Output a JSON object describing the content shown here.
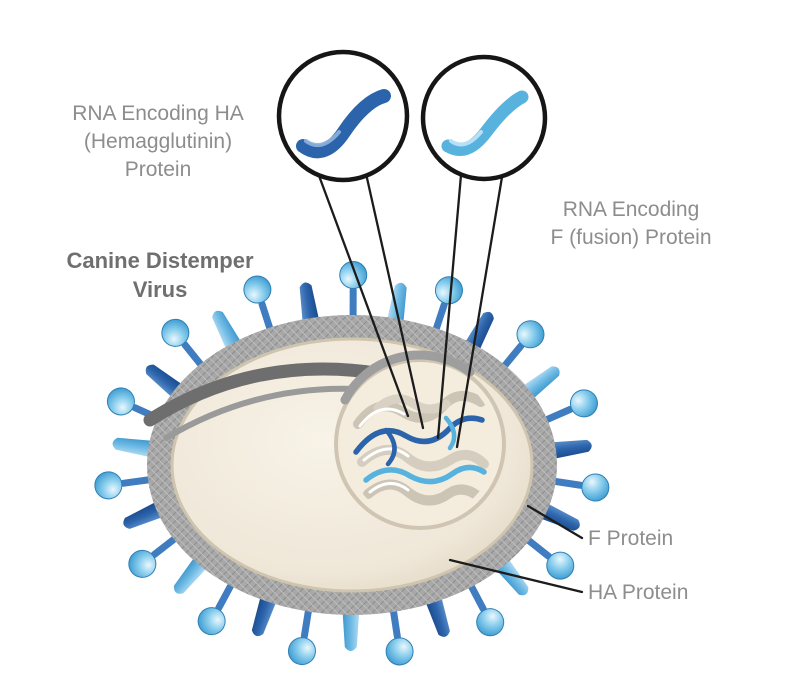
{
  "title": "Canine Distemper Virus diagram",
  "labels": {
    "rna_ha_line1": "RNA Encoding HA",
    "rna_ha_line2": "(Hemagglutinin)",
    "rna_ha_line3": "Protein",
    "virus_name_line1": "Canine Distemper",
    "virus_name_line2": "Virus",
    "rna_f_line1": "RNA Encoding",
    "rna_f_line2": "F (fusion) Protein",
    "f_protein": "F Protein",
    "ha_protein": "HA Protein"
  },
  "colors": {
    "label_gray": "#8d8d8d",
    "virus_name_gray": "#6f6f6f",
    "dark_blue": "#2c64ab",
    "light_blue": "#57b2de",
    "leader_black": "#1c1c1c",
    "membrane_gray": "#a5a5a5",
    "interior_beige": "#efe7d8"
  }
}
